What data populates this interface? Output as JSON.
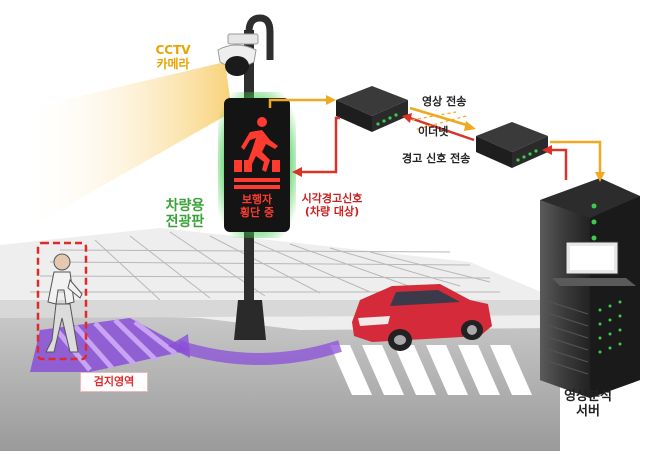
{
  "labels": {
    "cctv_line1": "CCTV",
    "cctv_line2": "카메라",
    "panel_line1": "차량용",
    "panel_line2": "전광판",
    "warning_line1": "시각경고신호",
    "warning_line2": "(차량 대상)",
    "video_transmission": "영상 전송",
    "ethernet": "이더넷",
    "warning_transmission": "경고 신호 전송",
    "detection_area": "검지영역",
    "server_line1": "영상분석",
    "server_line2": "서버"
  },
  "sign": {
    "line1": "보행자",
    "line2": "횡단 중"
  },
  "colors": {
    "cctv_label": "#e8a400",
    "panel_label": "#3aa23a",
    "warning_red": "#cc2020",
    "video_arrow": "#f0a820",
    "warning_arrow": "#d8342a",
    "detection_box": "#e02a2a",
    "crosswalk_purple": "#8a4fd8",
    "car_red": "#d42a3a",
    "sign_glow": "#3ecb4a"
  },
  "icons": [
    "cctv-camera-icon",
    "network-switch-icon",
    "server-rack-icon",
    "pedestrian-figure",
    "car-icon",
    "electronic-sign-icon"
  ]
}
